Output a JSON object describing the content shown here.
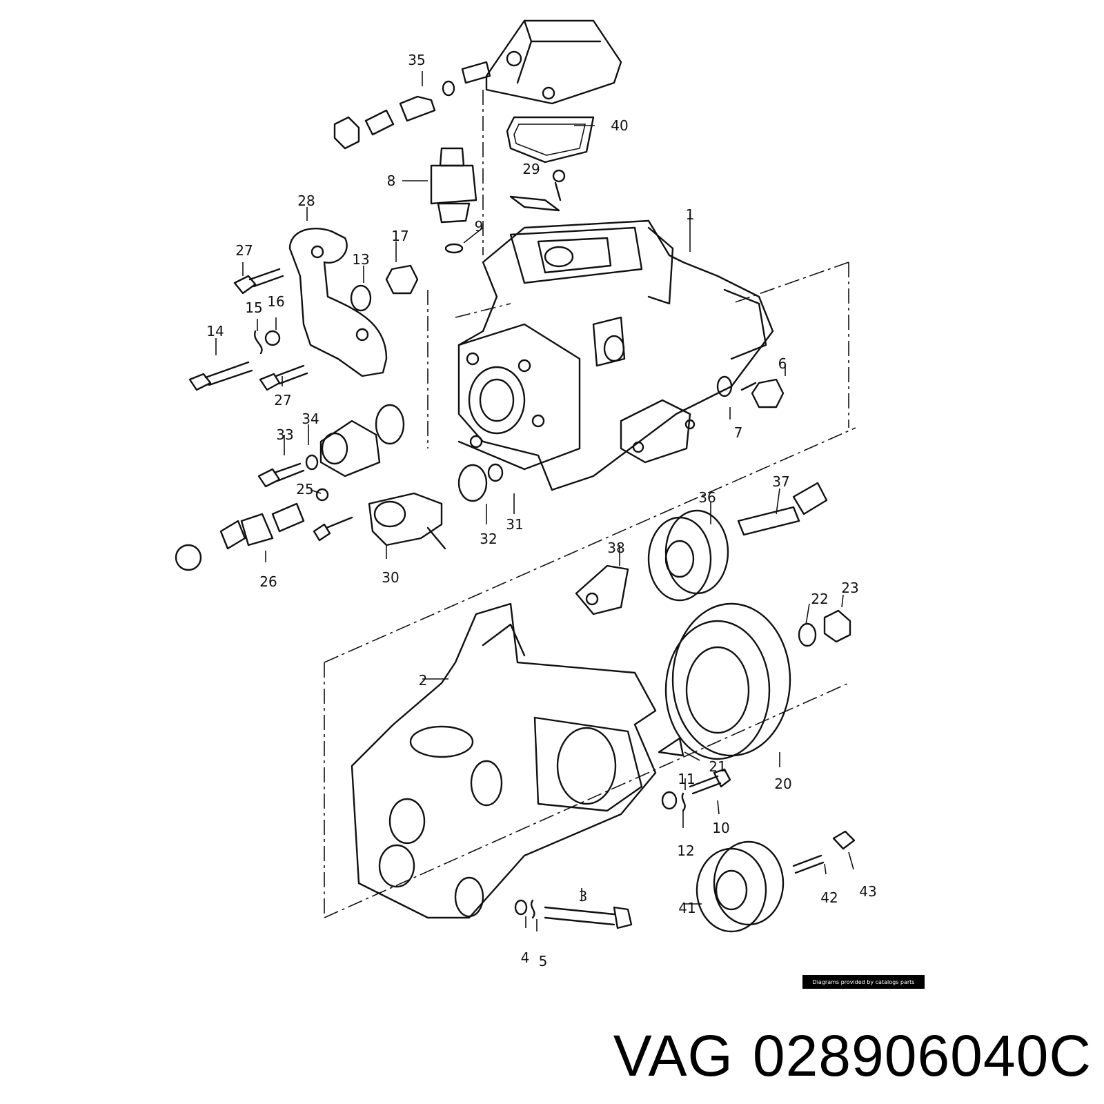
{
  "diagram": {
    "callouts": [
      "1",
      "2",
      "3",
      "4",
      "5",
      "6",
      "7",
      "8",
      "9",
      "10",
      "11",
      "12",
      "13",
      "14",
      "15",
      "16",
      "17",
      "20",
      "21",
      "22",
      "23",
      "25",
      "26",
      "27",
      "27",
      "28",
      "29",
      "30",
      "31",
      "32",
      "33",
      "34",
      "35",
      "36",
      "37",
      "38",
      "40",
      "41",
      "42",
      "43"
    ]
  },
  "credit": "Diagrams provided by catalogs parts",
  "caption": {
    "brand": "VAG",
    "part_number": "028906040C"
  }
}
